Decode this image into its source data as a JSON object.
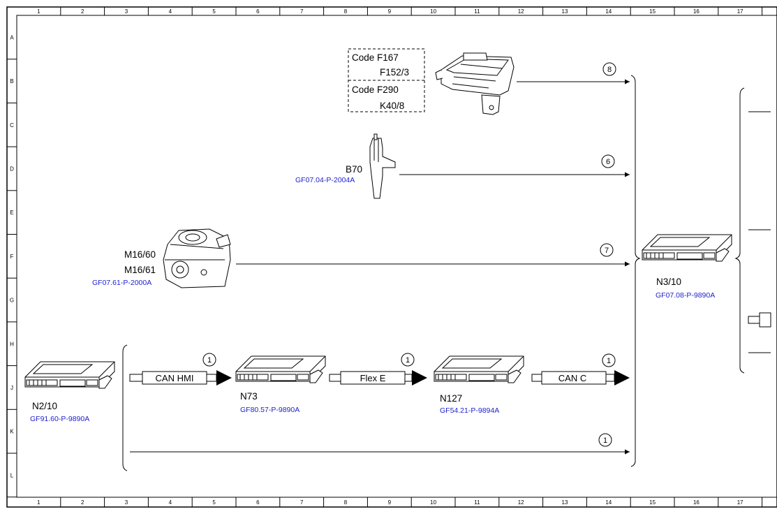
{
  "grid": {
    "columns": [
      "1",
      "2",
      "3",
      "4",
      "5",
      "6",
      "7",
      "8",
      "9",
      "10",
      "11",
      "12",
      "13",
      "14",
      "15",
      "16",
      "17"
    ],
    "rows": [
      "A",
      "B",
      "C",
      "D",
      "E",
      "F",
      "G",
      "H",
      "J",
      "K",
      "L"
    ]
  },
  "option_box": {
    "code1": "Code F167",
    "part1": "F152/3",
    "code2": "Code F290",
    "part2": "K40/8"
  },
  "components": {
    "b70": {
      "label": "B70",
      "ref": "GF07.04-P-2004A"
    },
    "m16": {
      "label1": "M16/60",
      "label2": "M16/61",
      "ref": "GF07.61-P-2000A"
    },
    "n3_10": {
      "label": "N3/10",
      "ref": "GF07.08-P-9890A"
    },
    "n2_10": {
      "label": "N2/10",
      "ref": "GF91.60-P-9890A"
    },
    "n73": {
      "label": "N73",
      "ref": "GF80.57-P-9890A"
    },
    "n127": {
      "label": "N127",
      "ref": "GF54.21-P-9894A"
    }
  },
  "buses": {
    "can_hmi": "CAN HMI",
    "flex_e": "Flex E",
    "can_c": "CAN C"
  },
  "signals": {
    "s_top": "8",
    "s_b70": "6",
    "s_m16": "7",
    "s_bus1": "1",
    "s_bus2": "1",
    "s_bus3": "1",
    "s_bottom": "1"
  }
}
